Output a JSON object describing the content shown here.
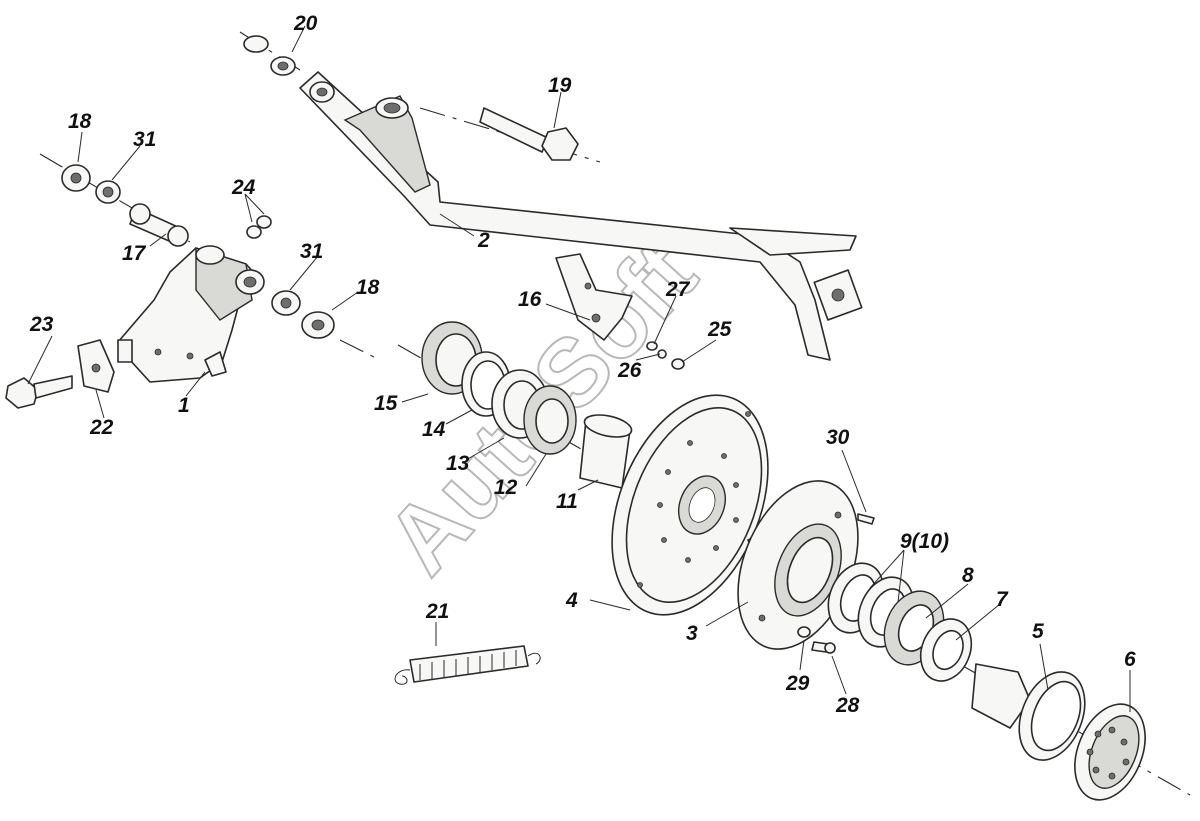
{
  "colors": {
    "ink": "#2a2a2a",
    "paper": "#ffffff",
    "watermark": "#b8b8b8"
  },
  "watermark": "AutoSoft",
  "callouts": {
    "c1": "1",
    "c2": "2",
    "c3": "3",
    "c4": "4",
    "c5": "5",
    "c6": "6",
    "c7": "7",
    "c8": "8",
    "c9": "9(10)",
    "c11": "11",
    "c12": "12",
    "c13": "13",
    "c14": "14",
    "c15": "15",
    "c16": "16",
    "c17": "17",
    "c18a": "18",
    "c18b": "18",
    "c19": "19",
    "c20": "20",
    "c21": "21",
    "c22": "22",
    "c23": "23",
    "c24": "24",
    "c25": "25",
    "c26": "26",
    "c27": "27",
    "c28": "28",
    "c29": "29",
    "c30": "30",
    "c31a": "31",
    "c31b": "31"
  }
}
